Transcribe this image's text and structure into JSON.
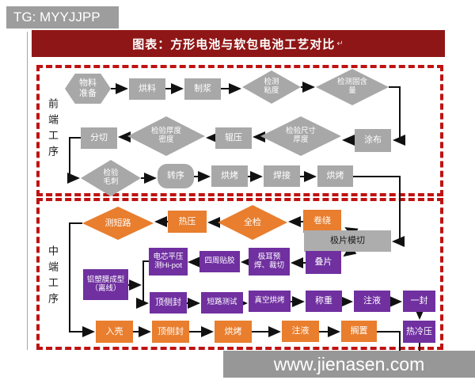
{
  "header": {
    "tag": "TG: MYYJJPP"
  },
  "title": {
    "text": "图表：方形电池与软包电池工艺对比",
    "mark": "↵"
  },
  "sections": {
    "front": {
      "label": "前端工序"
    },
    "mid": {
      "label": "中端工序"
    }
  },
  "nodes": [
    {
      "label": "物料\n准备"
    },
    {
      "label": "烘料"
    },
    {
      "label": "制浆"
    },
    {
      "label": "检测\n粘度"
    },
    {
      "label": "检测固含\n量"
    },
    {
      "label": "涂布"
    },
    {
      "label": "检验尺寸\n厚度"
    },
    {
      "label": "辊压"
    },
    {
      "label": "检验厚度\n密度"
    },
    {
      "label": "分切"
    },
    {
      "label": "检验\n毛刺"
    },
    {
      "label": "转序"
    },
    {
      "label": "烘烤"
    },
    {
      "label": "焊接"
    },
    {
      "label": "烘烤"
    },
    {
      "label": "测短路"
    },
    {
      "label": "热压"
    },
    {
      "label": "全检"
    },
    {
      "label": "卷绕"
    },
    {
      "label": "极片模切"
    },
    {
      "label": "电芯平压\n测Hi-pot"
    },
    {
      "label": "四周贴胶"
    },
    {
      "label": "极耳预\n焊、裁切"
    },
    {
      "label": "叠片"
    },
    {
      "label": "铝塑膜成型\n（离线）"
    },
    {
      "label": "顶侧封"
    },
    {
      "label": "短路测试"
    },
    {
      "label": "真空烘烤"
    },
    {
      "label": "称重"
    },
    {
      "label": "注液"
    },
    {
      "label": "一封"
    },
    {
      "label": "入壳"
    },
    {
      "label": "顶侧封"
    },
    {
      "label": "烘烤"
    },
    {
      "label": "注液"
    },
    {
      "label": "搁置"
    },
    {
      "label": "热冷压"
    }
  ],
  "watermark": {
    "text": "www.jienasen.com"
  },
  "colors": {
    "title_red": "#8f1616",
    "dash_red": "#bf1212",
    "gray_node": "#a8a8a8",
    "orange_node": "#e87e2e",
    "purple_node": "#7030a0",
    "tag_gray": "#9d9d9d",
    "watermark_gray": "#979797"
  }
}
